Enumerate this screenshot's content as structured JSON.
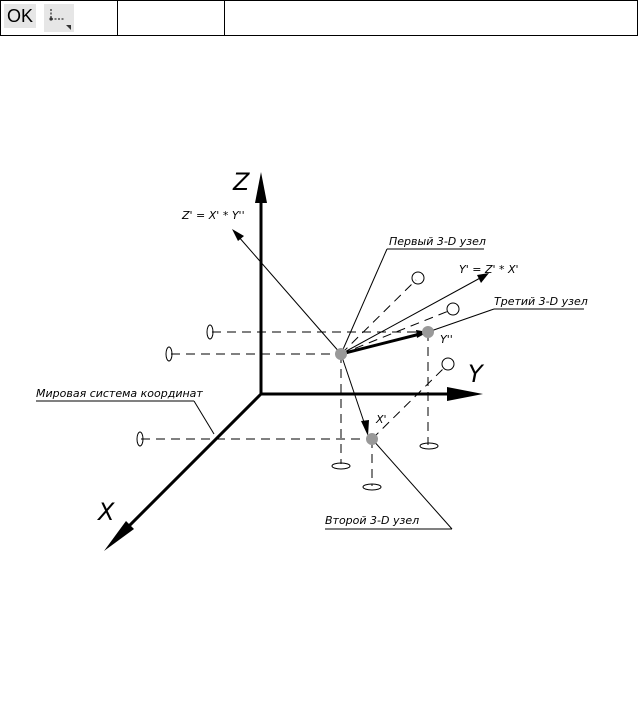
{
  "toolbar": {
    "ok_label": "OK",
    "axis_icon": "coordinate-axes-icon"
  },
  "diagram": {
    "axis_labels": {
      "z": "Z",
      "y": "Y",
      "x": "X"
    },
    "formula_z": "Z' = X' * Y''",
    "formula_y": "Y' = Z' * X'",
    "label_first_node": "Первый 3-D узел",
    "label_third_node": "Третий 3-D узел",
    "label_second_node": "Второй 3-D узел",
    "label_world_cs": "Мировая система координат",
    "label_y2": "Y''",
    "label_x1": "X'"
  }
}
